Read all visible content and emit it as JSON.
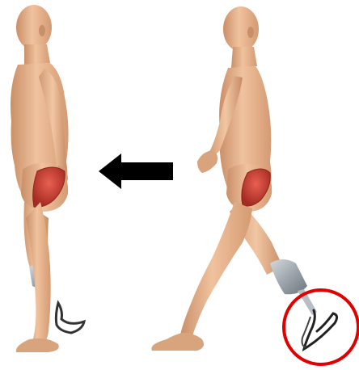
{
  "illustration": {
    "figures": [
      {
        "name": "standing-figure",
        "has_prosthetic_leg": true,
        "highlighted_muscle": "gluteus-maximus"
      },
      {
        "name": "walking-figure",
        "has_prosthetic_leg": true,
        "highlighted_muscle": "gluteus-maximus"
      }
    ],
    "arrow": {
      "direction": "left",
      "color": "#000000"
    },
    "highlight": {
      "target": "prosthetic-foot",
      "shape": "circle",
      "color": "#e00000"
    },
    "colors": {
      "skin": "#e8b590",
      "skin_shadow": "#c98f68",
      "muscle": "#d8463a",
      "muscle_dark": "#a42a22",
      "prosthetic_socket": "#a9b0b6",
      "prosthetic_foot": "#333333",
      "background": "#ffffff"
    }
  }
}
